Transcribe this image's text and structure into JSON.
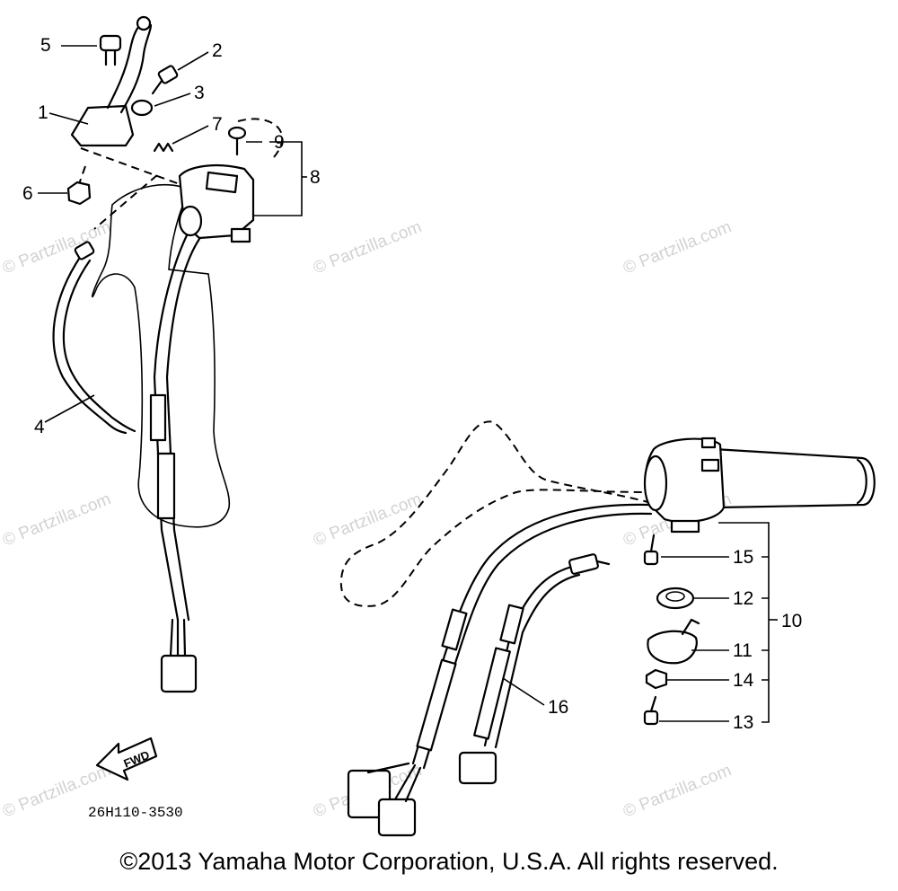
{
  "callouts": {
    "c1": "1",
    "c2": "2",
    "c3": "3",
    "c4": "4",
    "c5": "5",
    "c6": "6",
    "c7": "7",
    "c8": "8",
    "c9": "9",
    "c10": "10",
    "c11": "11",
    "c12": "12",
    "c13": "13",
    "c14": "14",
    "c15": "15",
    "c16": "16"
  },
  "fwd_label": "FWD",
  "part_code": "26H110-3530",
  "watermark": "© Partzilla.com",
  "copyright": "©2013 Yamaha Motor Corporation, U.S.A. All rights reserved."
}
